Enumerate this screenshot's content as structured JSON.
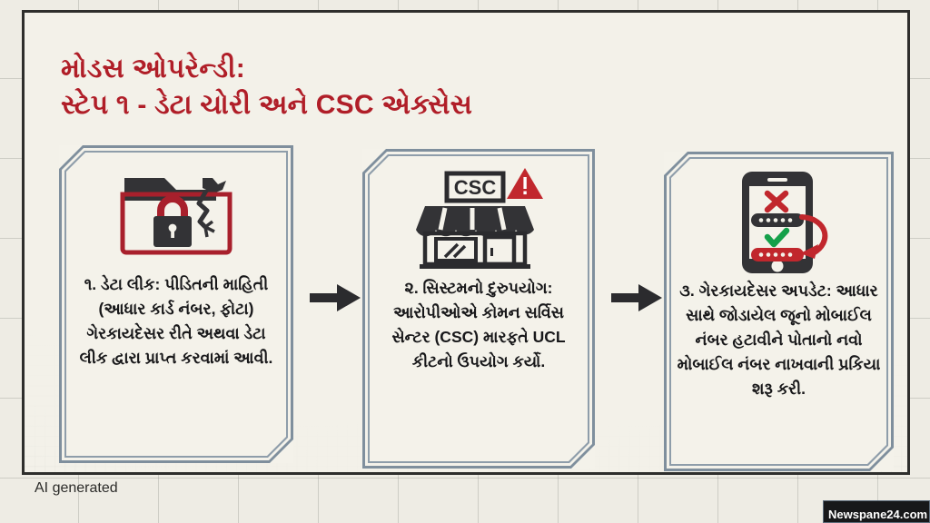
{
  "theme": {
    "background": "#eeece4",
    "panel_bg": "#f3f1e9",
    "frame_border": "#2e2e2c",
    "title_red": "#b01e28",
    "card_border": "#7f8f9d",
    "body_text": "#18181a",
    "accent_red": "#c1272d",
    "accent_green": "#15a04a",
    "dark": "#333336"
  },
  "header": {
    "title_line1": "મોડસ ઓપરેન્ડી:",
    "title_line2": "સ્ટેપ ૧ - ડેટા ચોરી અને CSC એક્સેસ"
  },
  "steps": [
    {
      "number": "૧.",
      "icon": "broken-folder-lock-icon",
      "text": "૧. ડેટા લીક: પીડિતની માહિતી (આધાર કાર્ડ નંબર, ફોટા) ગેરકાયદેસર રીતે અથવા ડેટા લીક દ્વારા પ્રાપ્ત કરવામાં આવી."
    },
    {
      "number": "૨.",
      "icon": "csc-storefront-warning-icon",
      "icon_sign_label": "CSC",
      "text": "૨. સિસ્ટમનો દુરુપયોગ: આરોપીઓએ કોમન સર્વિસ સેન્ટર (CSC) મારફતે UCL કીટનો ઉપયોગ કર્યો."
    },
    {
      "number": "૩.",
      "icon": "mobile-number-swap-icon",
      "text": "૩. ગેરકાયદેસર અપડેટ: આધાર સાથે જોડાયેલ જૂનો મોબાઈલ નંબર હટાવીને પોતાનો નવો મોબાઈલ નંબર નાખવાની પ્રકિયા શરૂ કરી."
    }
  ],
  "connectors": [
    {
      "name": "arrow-step1-to-step2",
      "direction": "right"
    },
    {
      "name": "arrow-step2-to-step3",
      "direction": "right"
    }
  ],
  "footer": {
    "ai_notice": "AI generated",
    "watermark": "Newspane24.com"
  }
}
